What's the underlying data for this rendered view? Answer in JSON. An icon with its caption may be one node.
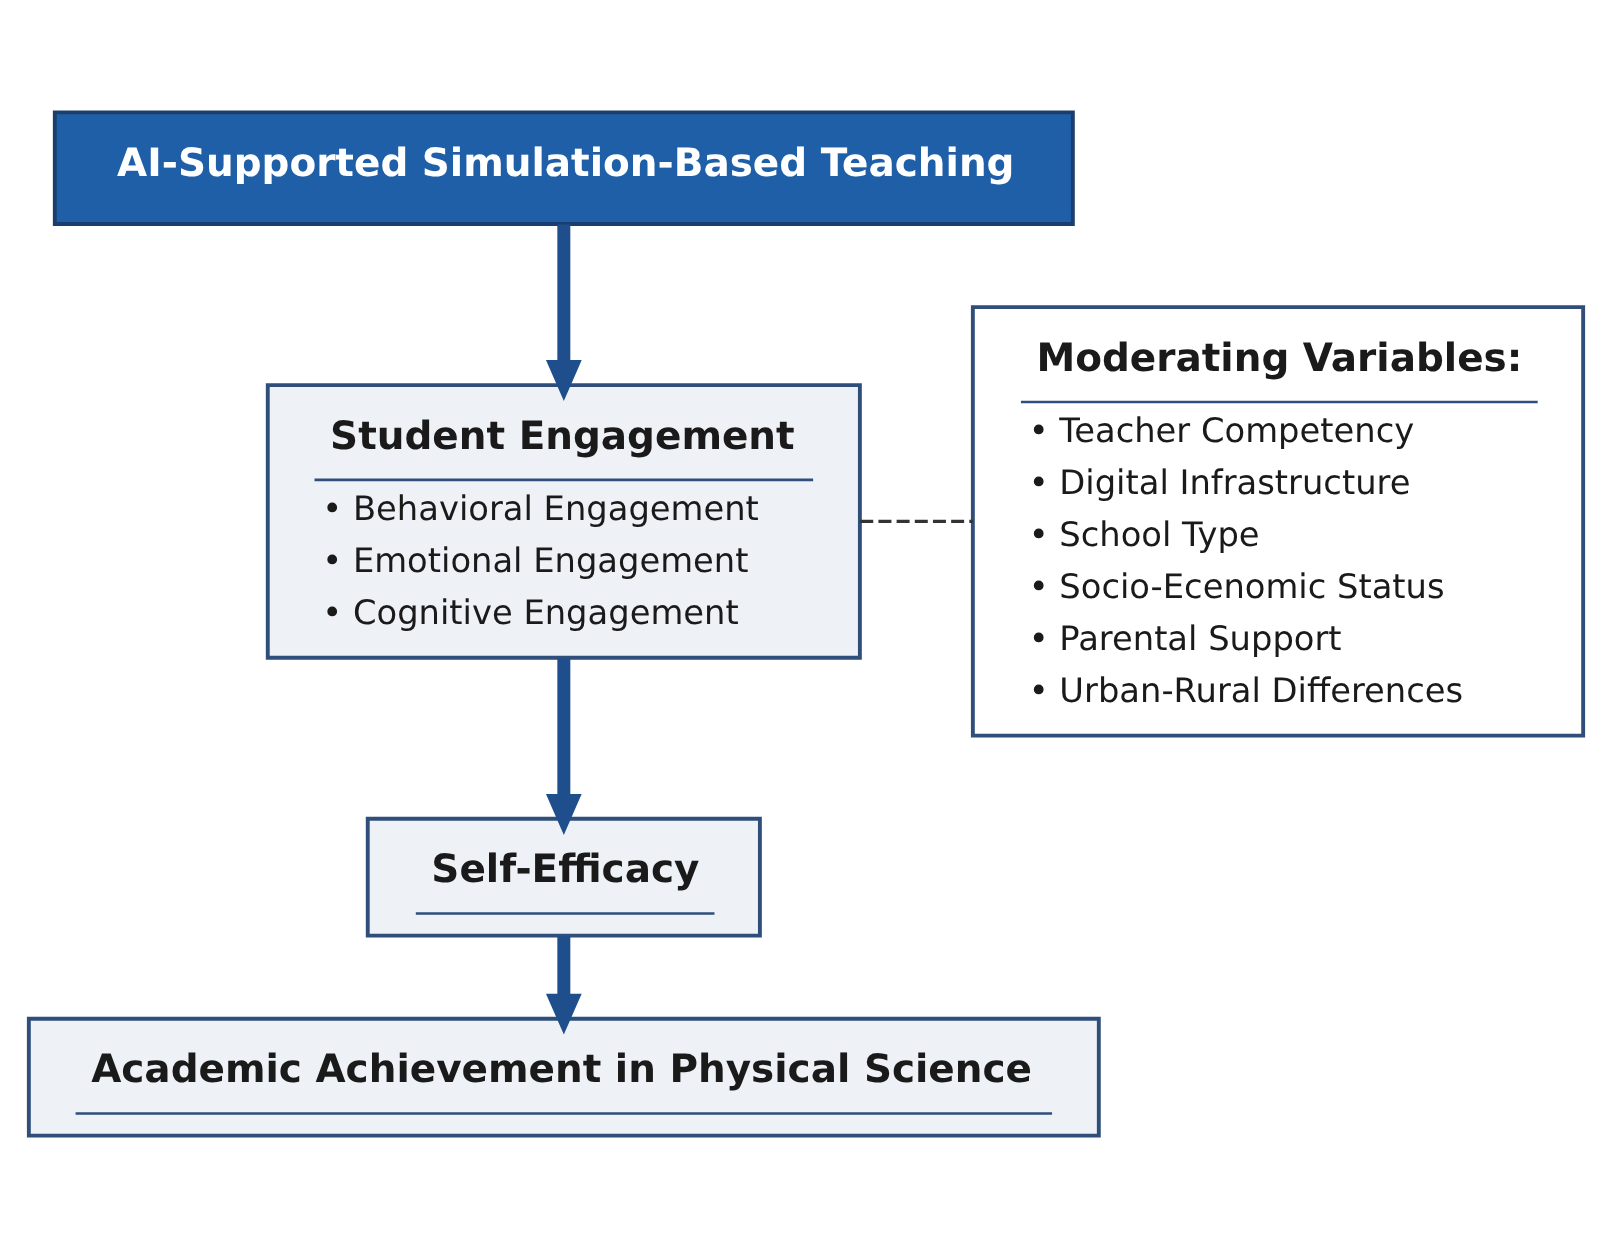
{
  "diagram": {
    "nodes": [
      {
        "text": [
          "AI-Supported Simulation-Based Teaching"
        ]
      },
      {
        "text": [
          "Student Engagement",
          "• Behavioral Engagement",
          "• Emotional Engagement",
          "• Cognitive Engagement"
        ]
      },
      {
        "text": [
          "Self-Efficacy"
        ]
      },
      {
        "text": [
          "Academic Achievement in Physical Science"
        ]
      },
      {
        "text": [
          "Moderating Variables:",
          "• Teacher Competency",
          "• Digital Infrastructure",
          "• School Type",
          "• Socio-Ecenomic Status",
          "• Parental Support",
          "• Urban-Rural Differences"
        ]
      }
    ],
    "edges": [
      {
        "from": 0,
        "to": 1,
        "arrow": "to"
      },
      {
        "from": 1,
        "to": 2,
        "arrow": "to"
      },
      {
        "from": 2,
        "to": 3,
        "arrow": "to"
      },
      {
        "from": 4,
        "to": 1,
        "arrow": "none",
        "style": "dashed",
        "color": "#333333"
      }
    ]
  }
}
